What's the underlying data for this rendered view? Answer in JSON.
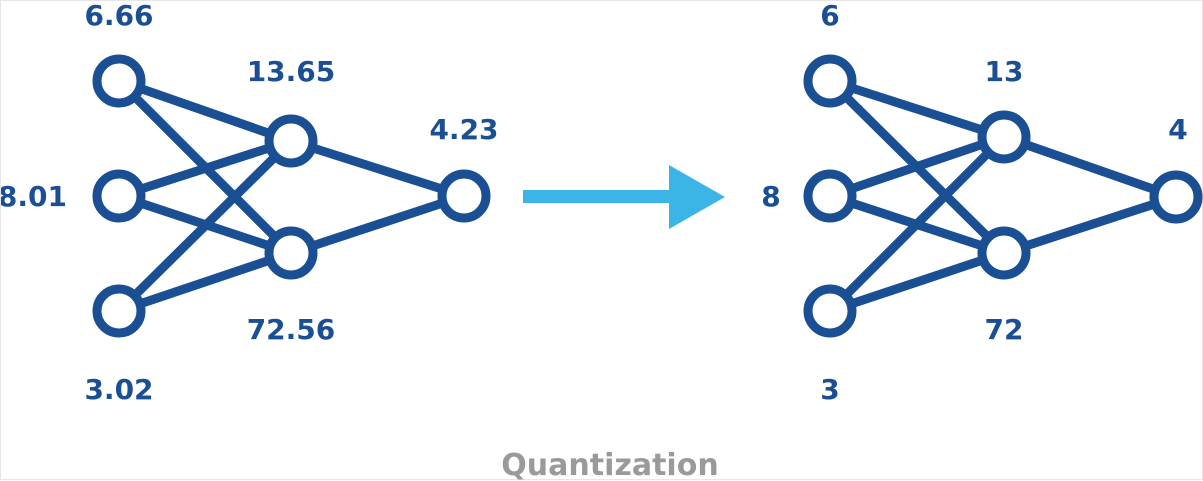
{
  "diagram": {
    "caption": "Quantization",
    "colors": {
      "network": "#1b4f93",
      "arrow": "#3db4e6",
      "caption": "#9a9a9a"
    },
    "left_network": {
      "inputs": [
        "6.66",
        "8.01",
        "3.02"
      ],
      "hidden": [
        "13.65",
        "72.56"
      ],
      "output": "4.23"
    },
    "right_network": {
      "inputs": [
        "6",
        "8",
        "3"
      ],
      "hidden": [
        "13",
        "72"
      ],
      "output": "4"
    }
  }
}
